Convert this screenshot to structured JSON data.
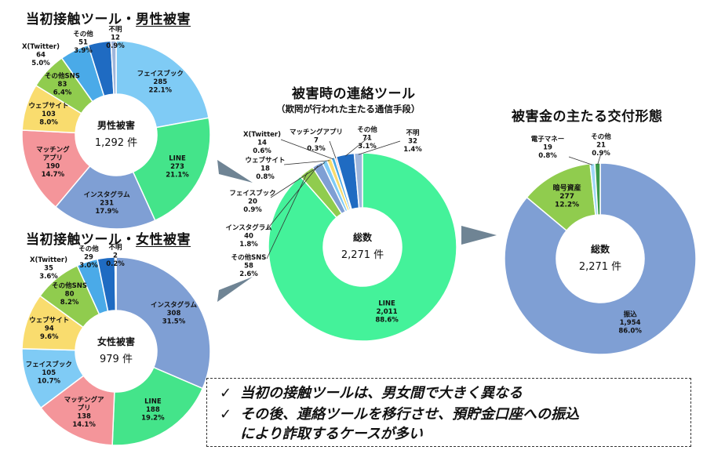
{
  "chart_data": [
    {
      "type": "pie",
      "title": "当初接触ツール・",
      "title_underlined": "男性被害",
      "center_label": "男性被害",
      "center_value": "1,292 件",
      "slices": [
        {
          "name": "フェイスブック",
          "count": "285",
          "percent": "22.1%",
          "value": 22.1,
          "color": "#7fcbf5"
        },
        {
          "name": "LINE",
          "count": "273",
          "percent": "21.1%",
          "value": 21.1,
          "color": "#44e48a"
        },
        {
          "name": "インスタグラム",
          "count": "231",
          "percent": "17.9%",
          "value": 17.9,
          "color": "#7f9fd4"
        },
        {
          "name": "マッチングアプリ",
          "count": "190",
          "percent": "14.7%",
          "value": 14.7,
          "color": "#f4959a"
        },
        {
          "name": "ウェブサイト",
          "count": "103",
          "percent": "8.0%",
          "value": 8.0,
          "color": "#f9dc6e"
        },
        {
          "name": "その他SNS",
          "count": "83",
          "percent": "6.4%",
          "value": 6.4,
          "color": "#90cc4e"
        },
        {
          "name": "X(Twitter)",
          "count": "64",
          "percent": "5.0%",
          "value": 5.0,
          "color": "#4aaae8"
        },
        {
          "name": "その他",
          "count": "51",
          "percent": "3.9%",
          "value": 3.9,
          "color": "#1f6bc2"
        },
        {
          "name": "不明",
          "count": "12",
          "percent": "0.9%",
          "value": 0.9,
          "color": "#9eb6dc"
        }
      ]
    },
    {
      "type": "pie",
      "title": "当初接触ツール・",
      "title_underlined": "女性被害",
      "center_label": "女性被害",
      "center_value": "979 件",
      "slices": [
        {
          "name": "インスタグラム",
          "count": "308",
          "percent": "31.5%",
          "value": 31.5,
          "color": "#7f9fd4"
        },
        {
          "name": "LINE",
          "count": "188",
          "percent": "19.2%",
          "value": 19.2,
          "color": "#44e48a"
        },
        {
          "name": "マッチングアプリ",
          "count": "138",
          "percent": "14.1%",
          "value": 14.1,
          "color": "#f4959a"
        },
        {
          "name": "フェイスブック",
          "count": "105",
          "percent": "10.7%",
          "value": 10.7,
          "color": "#7fcbf5"
        },
        {
          "name": "ウェブサイト",
          "count": "94",
          "percent": "9.6%",
          "value": 9.6,
          "color": "#f9dc6e"
        },
        {
          "name": "その他SNS",
          "count": "80",
          "percent": "8.2%",
          "value": 8.2,
          "color": "#90cc4e"
        },
        {
          "name": "X(Twitter)",
          "count": "35",
          "percent": "3.6%",
          "value": 3.6,
          "color": "#4aaae8"
        },
        {
          "name": "その他",
          "count": "29",
          "percent": "3.0%",
          "value": 3.0,
          "color": "#1f6bc2"
        },
        {
          "name": "不明",
          "count": "2",
          "percent": "0.2%",
          "value": 0.2,
          "color": "#9eb6dc"
        }
      ]
    },
    {
      "type": "pie",
      "title": "被害時の連絡ツール",
      "subtitle": "（欺罔が行われた主たる通信手段）",
      "center_label": "総数",
      "center_value": "2,271 件",
      "slices": [
        {
          "name": "LINE",
          "count": "2,011",
          "percent": "88.6%",
          "value": 88.6,
          "color": "#44f29a"
        },
        {
          "name": "その他SNS",
          "count": "58",
          "percent": "2.6%",
          "value": 2.6,
          "color": "#90cc4e"
        },
        {
          "name": "インスタグラム",
          "count": "40",
          "percent": "1.8%",
          "value": 1.8,
          "color": "#7f9fd4"
        },
        {
          "name": "フェイスブック",
          "count": "20",
          "percent": "0.9%",
          "value": 0.9,
          "color": "#7fcbf5"
        },
        {
          "name": "ウェブサイト",
          "count": "18",
          "percent": "0.8%",
          "value": 0.8,
          "color": "#f9dc6e"
        },
        {
          "name": "X(Twitter)",
          "count": "14",
          "percent": "0.6%",
          "value": 0.6,
          "color": "#4aaae8"
        },
        {
          "name": "マッチングアプリ",
          "count": "7",
          "percent": "0.3%",
          "value": 0.3,
          "color": "#f4959a"
        },
        {
          "name": "その他",
          "count": "71",
          "percent": "3.1%",
          "value": 3.1,
          "color": "#1f6bc2"
        },
        {
          "name": "不明",
          "count": "32",
          "percent": "1.4%",
          "value": 1.4,
          "color": "#9eb6dc"
        }
      ]
    },
    {
      "type": "pie",
      "title": "被害金の主たる交付形態",
      "center_label": "総数",
      "center_value": "2,271 件",
      "slices": [
        {
          "name": "振込",
          "count": "1,954",
          "percent": "86.0%",
          "value": 86.0,
          "color": "#7f9fd4"
        },
        {
          "name": "暗号資産",
          "count": "277",
          "percent": "12.2%",
          "value": 12.2,
          "color": "#90cc4e"
        },
        {
          "name": "電子マネー",
          "count": "19",
          "percent": "0.8%",
          "value": 0.8,
          "color": "#9ed7f5"
        },
        {
          "name": "その他",
          "count": "21",
          "percent": "0.9%",
          "value": 0.9,
          "color": "#3a9a4a"
        }
      ]
    }
  ],
  "notes": {
    "check": "✓",
    "line1": "当初の接触ツールは、男女間で大きく異なる",
    "line2a": "その後、連絡ツールを移行させ、預貯金口座への振込",
    "line2b": "により詐取するケースが多い"
  }
}
